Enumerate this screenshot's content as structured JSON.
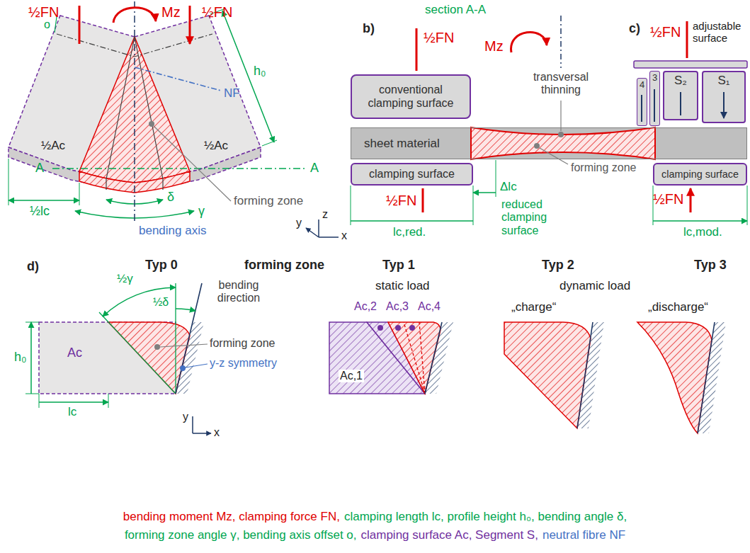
{
  "diagram": {
    "nodes": [
      {
        "text": [
          "conventional clamping surface"
        ]
      },
      {
        "text": [
          "sheet material"
        ]
      },
      {
        "text": [
          "clamping surface"
        ]
      },
      {
        "text": [
          "4"
        ]
      },
      {
        "text": [
          "3"
        ]
      },
      {
        "text": [
          "S₂"
        ]
      },
      {
        "text": [
          "S₁"
        ]
      },
      {
        "text": [
          "clamping surface"
        ]
      }
    ],
    "labels": [
      "½FN",
      "Mz",
      "½FN",
      "o",
      "NF",
      "h₀",
      "A",
      "½Ac",
      "½Ac",
      "A",
      "½lc",
      "δ",
      "γ",
      "forming zone",
      "bending axis",
      "z",
      "y",
      "x",
      "section A-A",
      "b)",
      "½FN",
      "Mz",
      "transversal thinning",
      "forming zone",
      "½FN",
      "Δlc",
      "reduced clamping surface",
      "lc,red.",
      "c)",
      "½FN",
      "adjustable surface",
      "½FN",
      "lc,mod.",
      "d)",
      "Typ 0",
      "forming zone",
      "Typ 1",
      "Typ 2",
      "Typ 3",
      "½γ",
      "½δ",
      "bending direction",
      "h₀",
      "Ac",
      "forming zone",
      "y-z symmetry",
      "lc",
      "y",
      "x",
      "static load",
      "Ac,2",
      "Ac,3",
      "Ac,4",
      "Ac,1",
      "dynamic load",
      "„charge“",
      "„discharge“",
      "bending moment Mz, clamping force FN,",
      "clamping length lc, profile height h₀, bending angle δ,",
      "forming zone angle γ, bending axis offset o,",
      "clamping surface Ac, Segment S,",
      "neutral fibre NF"
    ]
  }
}
